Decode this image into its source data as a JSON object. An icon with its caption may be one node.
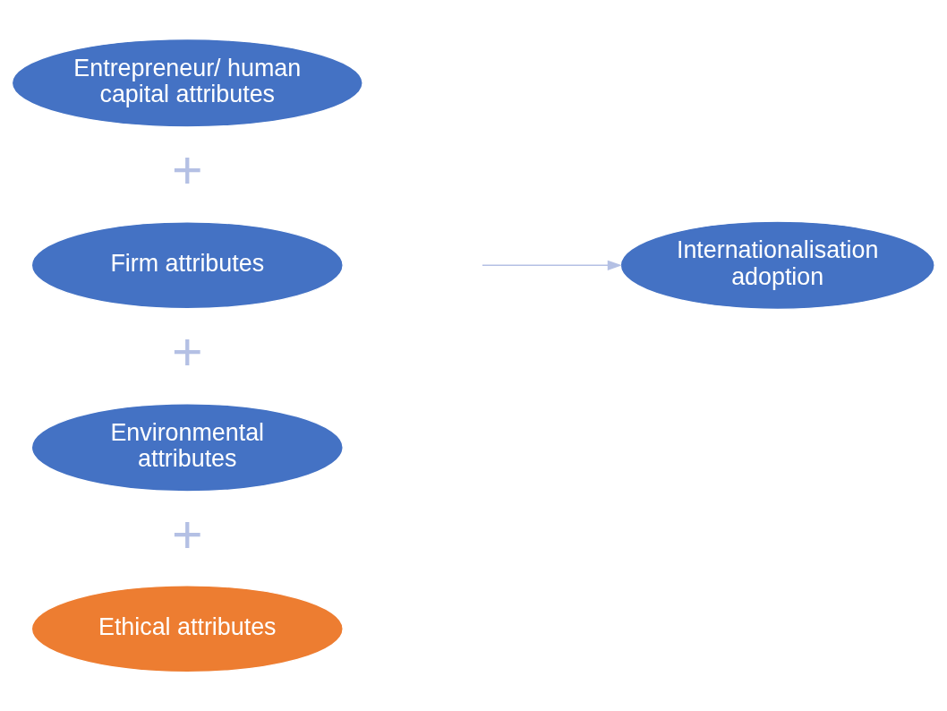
{
  "diagram": {
    "nodes": [
      {
        "text": [
          "Entrepreneur/ human capital attributes"
        ]
      },
      {
        "text": [
          "Firm attributes"
        ]
      },
      {
        "text": [
          "Environmental attributes"
        ]
      },
      {
        "text": [
          "Ethical attributes"
        ]
      },
      {
        "text": [
          "Internationalisation adoption"
        ]
      }
    ],
    "edges": [
      {
        "from": null,
        "to": 4,
        "arrow": "to"
      }
    ],
    "labels": [
      "+",
      "+",
      "+"
    ]
  }
}
